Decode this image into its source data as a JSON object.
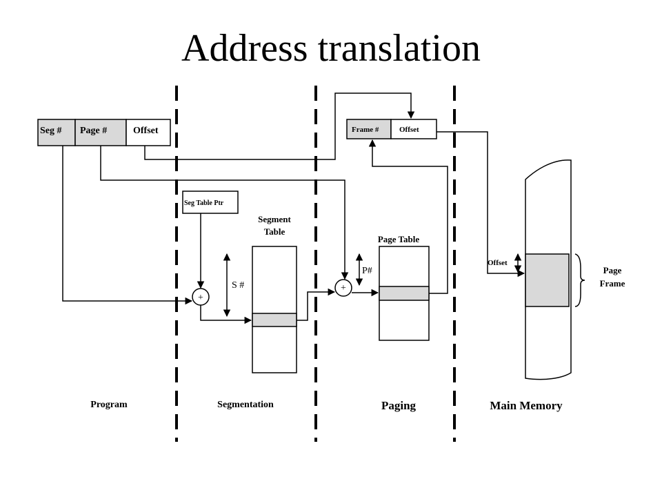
{
  "title": "Address translation",
  "address": {
    "seg": "Seg #",
    "page": "Page #",
    "offset": "Offset"
  },
  "frame_address": {
    "frame": "Frame #",
    "offset": "Offset"
  },
  "seg_table_ptr": "Seg Table Ptr",
  "segment_table": {
    "line1": "Segment",
    "line2": "Table"
  },
  "page_table": "Page Table",
  "s_label": "S #",
  "p_label": "P#",
  "adder": "+",
  "memory": {
    "offset": "Offset",
    "page_line1": "Page",
    "page_line2": "Frame"
  },
  "sections": {
    "program": "Program",
    "segmentation": "Segmentation",
    "paging": "Paging",
    "main_memory": "Main Memory"
  },
  "colors": {
    "shaded": "#d9d9d9",
    "line": "#000000"
  }
}
